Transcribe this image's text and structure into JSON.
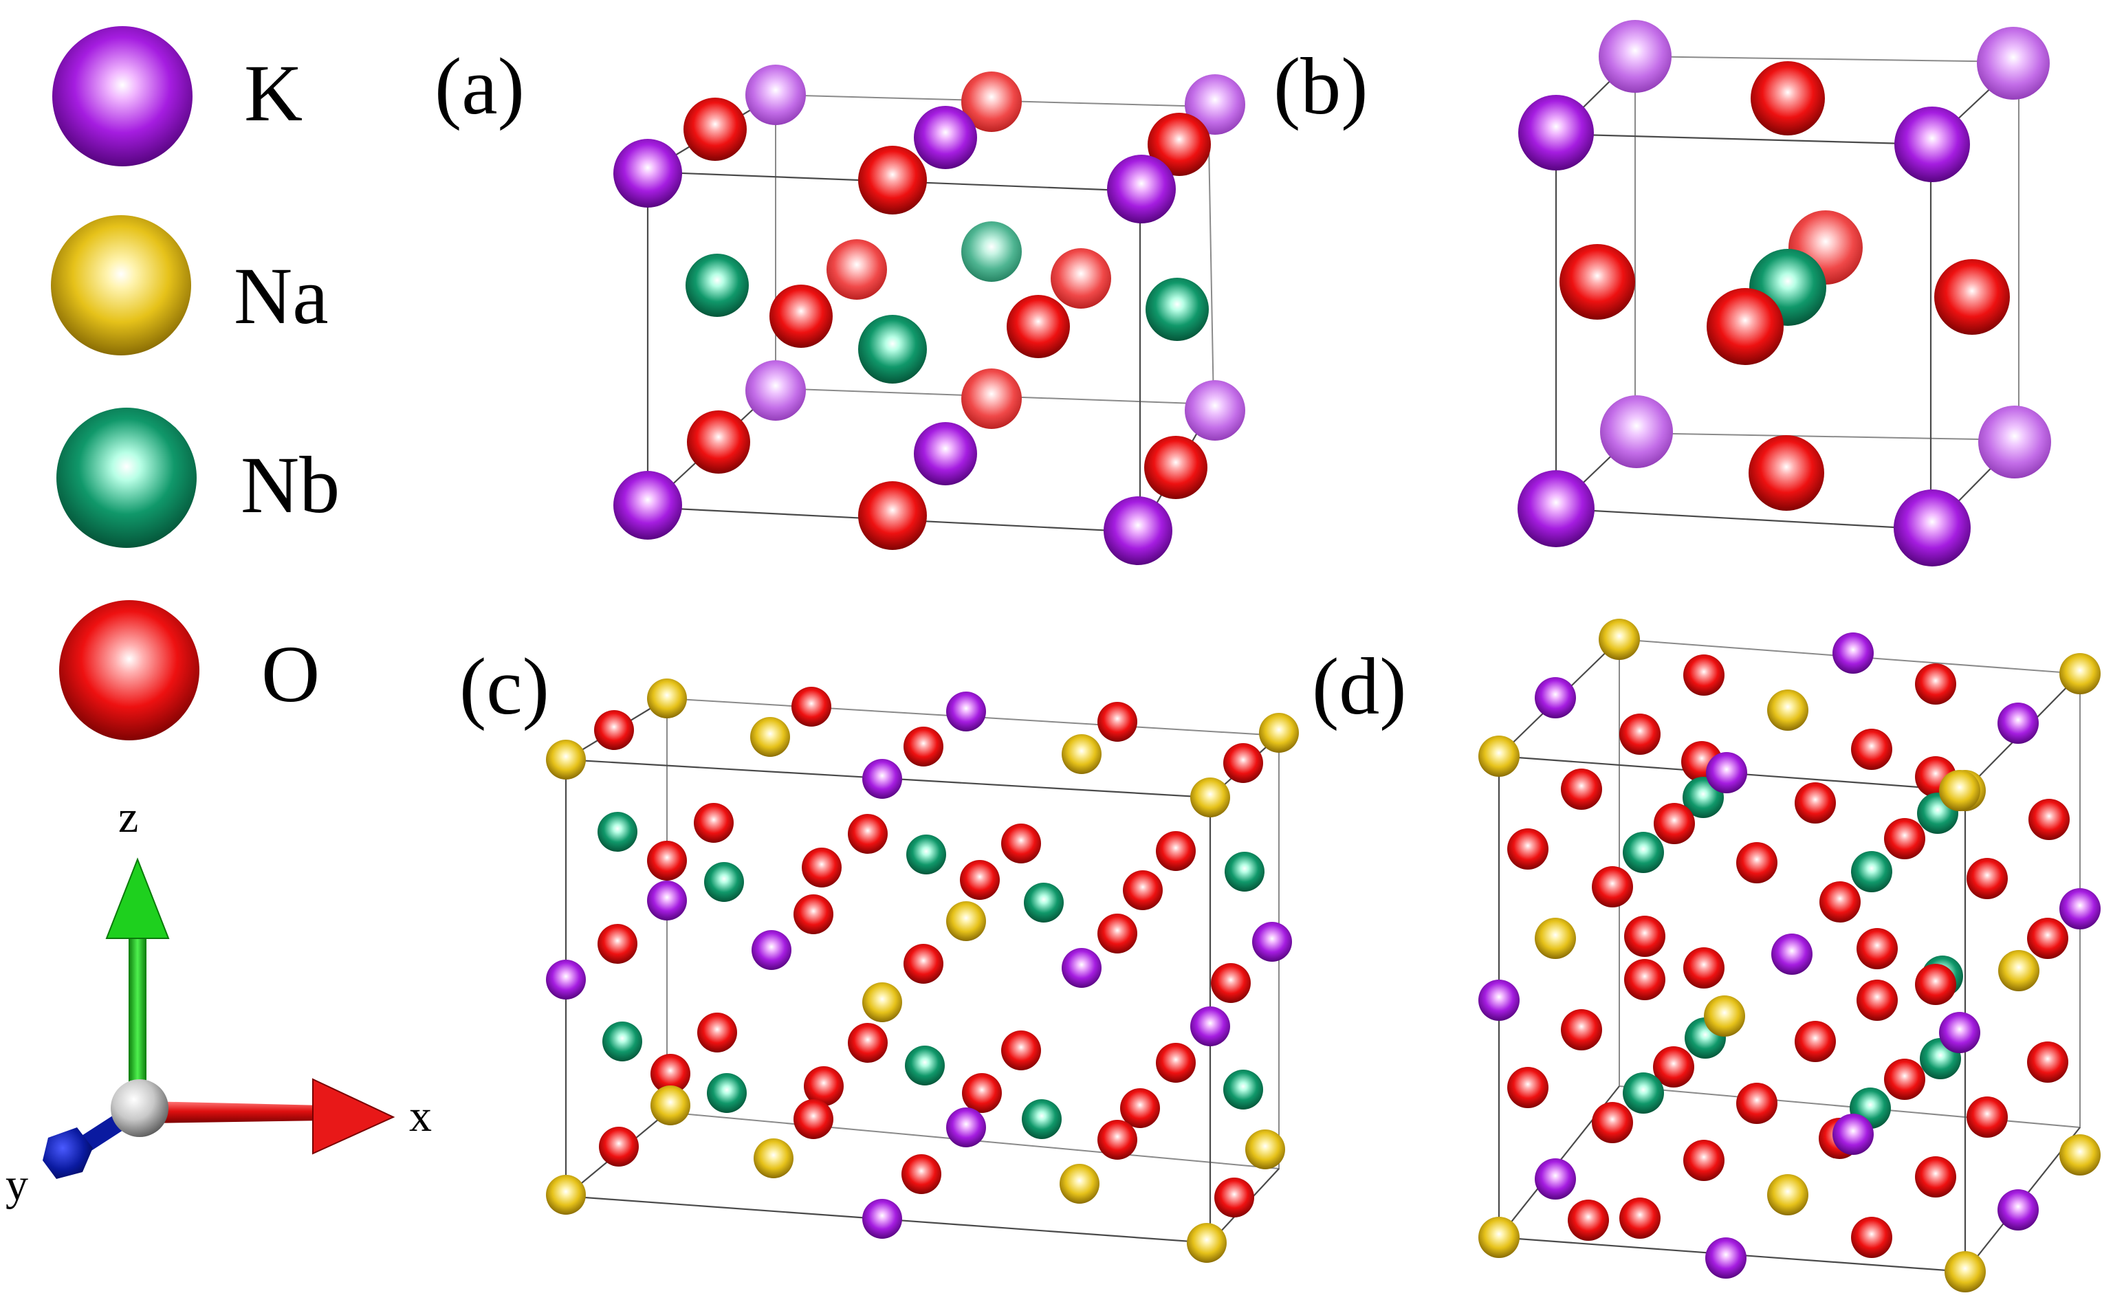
{
  "legend": [
    {
      "symbol": "K",
      "color": "#a51de0"
    },
    {
      "symbol": "Na",
      "color": "#e6c21a"
    },
    {
      "symbol": "Nb",
      "color": "#10986a"
    },
    {
      "symbol": "O",
      "color": "#ee1111"
    }
  ],
  "panels": [
    {
      "label": "(a)"
    },
    {
      "label": "(b)"
    },
    {
      "label": "(c)"
    },
    {
      "label": "(d)"
    }
  ],
  "axes": {
    "x": "x",
    "y": "y",
    "z": "z",
    "colors": {
      "x": "#e01010",
      "y": "#0a1aa0",
      "z": "#18c018",
      "origin": "#c8c8c8"
    }
  }
}
